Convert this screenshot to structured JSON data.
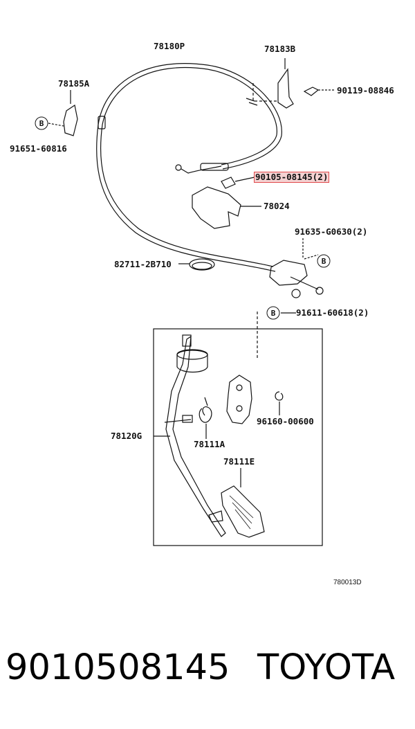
{
  "diagram": {
    "labels": {
      "cable": "78180P",
      "bracket_top": "78183B",
      "clamp_left": "78185A",
      "bolt_top": "90119-08846",
      "clip_left": "91651-60816",
      "bolt_highlight": "90105-08145(2)",
      "bracket_mid": "78024",
      "bolt_right": "91635-G0630(2)",
      "band": "82711-2B710",
      "nut_right": "91611-60618(2)",
      "pedal_arm": "78120G",
      "spring": "78111A",
      "ring": "96160-00600",
      "pedal_pad": "78111E",
      "figure_code": "780013D"
    },
    "callout_letter": "B"
  },
  "caption": {
    "part_number": "9010508145",
    "brand": "TOYOTA"
  }
}
